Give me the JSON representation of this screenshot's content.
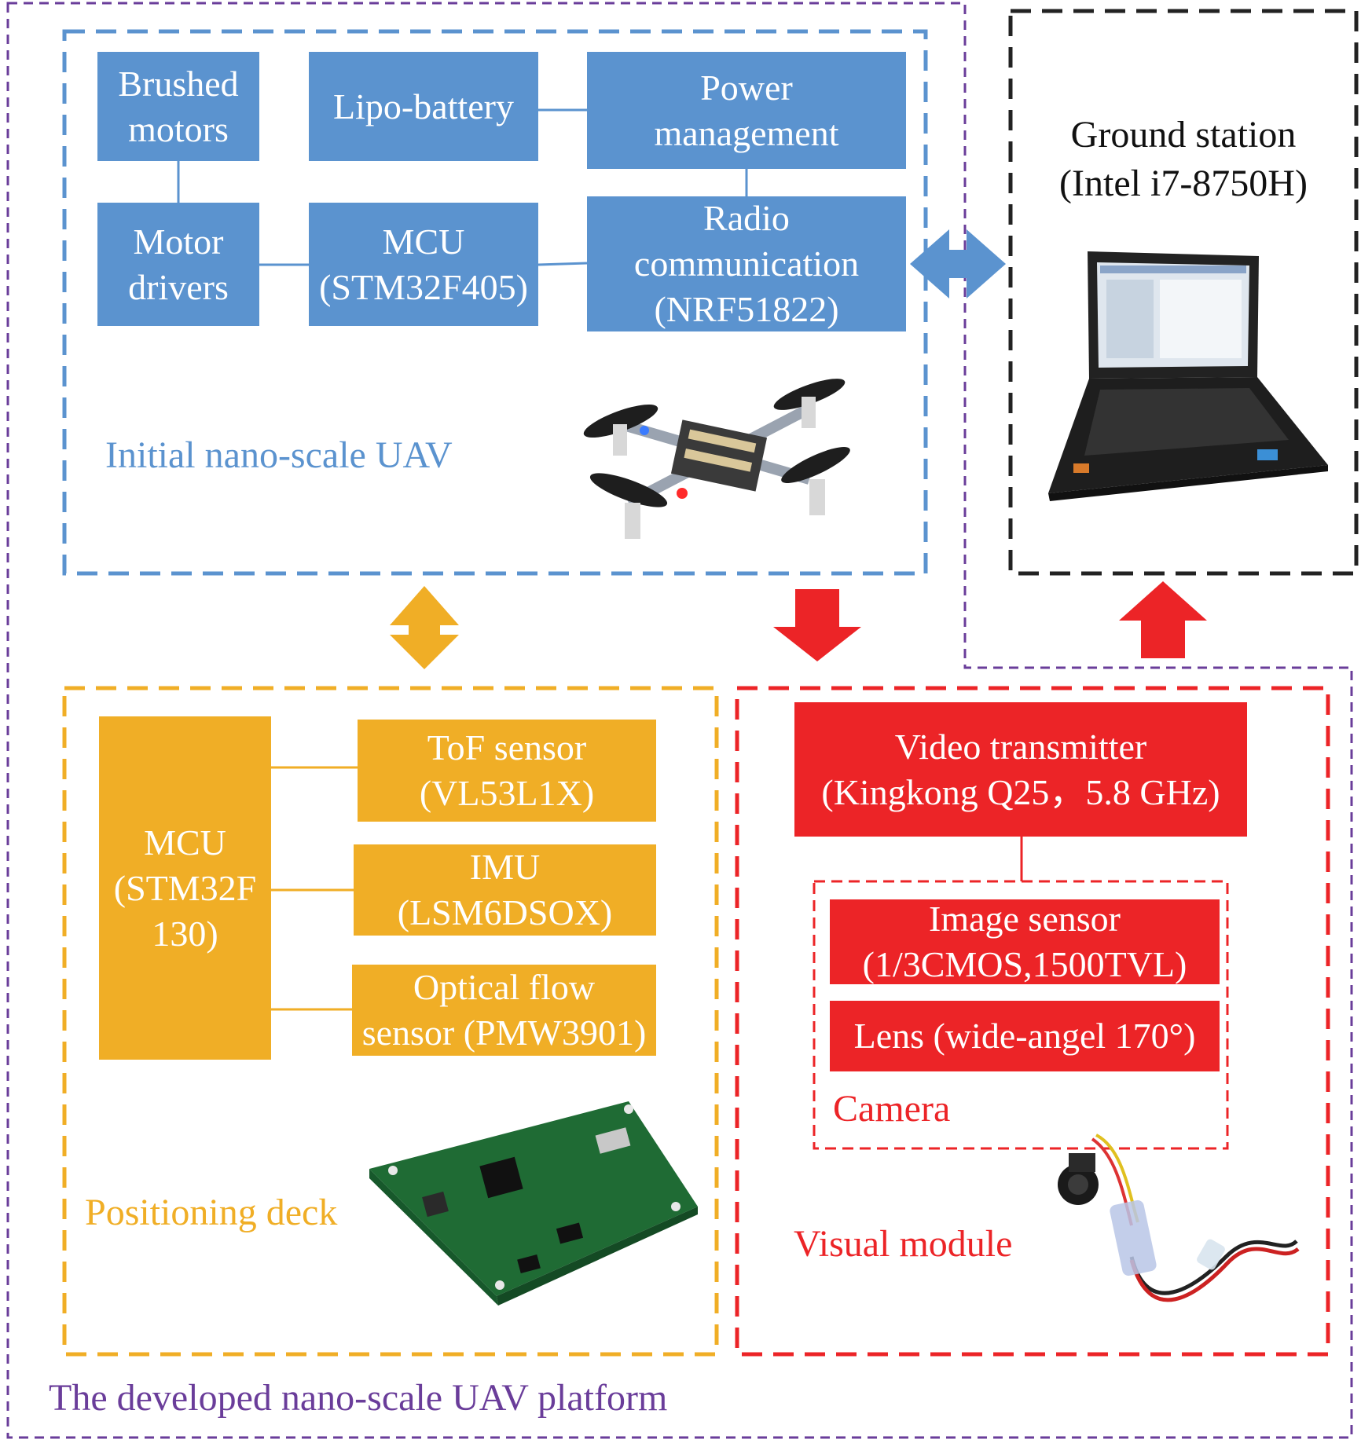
{
  "colors": {
    "platform_border": "#6a3d9a",
    "uav_border": "#5b93cf",
    "ground_border": "#222222",
    "deck_border": "#f0ae26",
    "visual_border": "#ec2427",
    "uav_block": "#5b93cf",
    "deck_block": "#f0ae26",
    "visual_block": "#ec2427"
  },
  "platform": {
    "label": "The developed nano-scale UAV platform"
  },
  "uav": {
    "label": "Initial nano-scale UAV",
    "blocks": {
      "brushed_motors": [
        "Brushed",
        "motors"
      ],
      "lipo_battery": [
        "Lipo-battery"
      ],
      "power_management": [
        "Power",
        "management"
      ],
      "motor_drivers": [
        "Motor",
        "drivers"
      ],
      "mcu": [
        "MCU",
        "(STM32F405)"
      ],
      "radio": [
        "Radio",
        "communication",
        "(NRF51822)"
      ]
    },
    "photo": "crazyflie-quadcopter-image"
  },
  "ground_station": {
    "title": "Ground station",
    "subtitle": "(Intel i7-8750H)",
    "photo": "laptop-image"
  },
  "deck": {
    "label": "Positioning deck",
    "blocks": {
      "mcu": [
        "MCU",
        "(STM32F",
        "130)"
      ],
      "tof": [
        "ToF sensor",
        "(VL53L1X)"
      ],
      "imu": [
        "IMU",
        "(LSM6DSOX)"
      ],
      "optical_flow": [
        "Optical flow",
        "sensor (PMW3901)"
      ]
    },
    "photo": "pcb-board-image"
  },
  "visual": {
    "label": "Visual module",
    "camera_label": "Camera",
    "blocks": {
      "video_tx": [
        "Video transmitter",
        "(Kingkong Q25，5.8 GHz)"
      ],
      "image_sensor": [
        "Image sensor",
        "(1/3CMOS,1500TVL)"
      ],
      "lens": [
        "Lens (wide-angel 170°)"
      ]
    },
    "photo": "fpv-camera-image"
  }
}
